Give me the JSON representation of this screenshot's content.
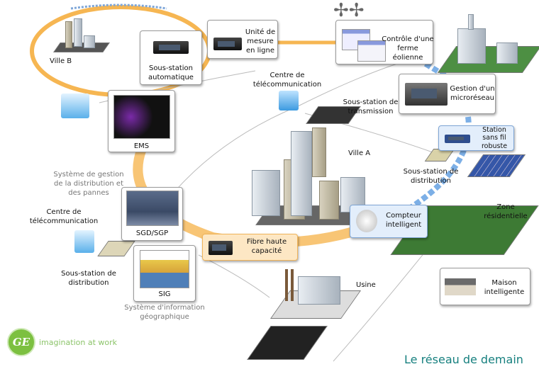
{
  "boxes": {
    "sous_station_auto": "Sous-station automatique",
    "unite_mesure": "Unité de mesure en ligne",
    "controle_eolienne": "Contrôle d'une ferme éolienne",
    "microreseau": "Gestion d'un microréseau",
    "station_sans_fil": "Station sans fil robuste",
    "ems": "EMS",
    "sgd": "SGD/SGP",
    "sig": "SIG",
    "fibre": "Fibre haute capacité",
    "compteur": "Compteur intelligent",
    "maison": "Maison intelligente"
  },
  "labels": {
    "ville_b": "Ville B",
    "centre_telecom_top": "Centre de télécommunication",
    "sous_station_transmission": "Sous-station de transmission",
    "ville_a": "Ville A",
    "sous_station_distribution_right": "Sous-station de distribution",
    "zone_residentielle": "Zone résidentielle",
    "systeme_gestion": "Système de gestion de la distribution et des pannes",
    "centre_telecom_left": "Centre de télécommunication",
    "sous_station_distribution_left": "Sous-station de distribution",
    "usine": "Usine",
    "systeme_info_geo": "Système d'information géographique"
  },
  "branding": {
    "logo_text": "GE",
    "tagline": "imagination at work",
    "title": "Le réseau de demain"
  },
  "colors": {
    "fiber": "#f6b652",
    "wireless": "#5b9be0",
    "title": "#17807f",
    "logo": "#7cc040"
  }
}
